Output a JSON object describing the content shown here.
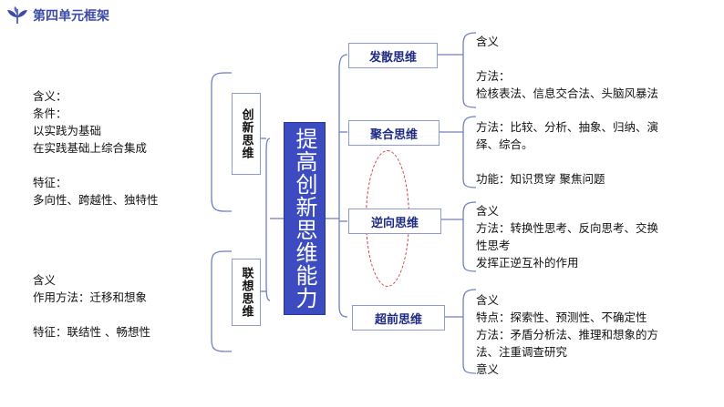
{
  "header": {
    "title": "第四单元框架",
    "icon": "leaf-icon",
    "icon_color": "#3d4ba8"
  },
  "center": {
    "label": "提高创新思维能力",
    "color": "#3c4cc0"
  },
  "left": {
    "innovative": {
      "label": "创新思维",
      "details": "含义：\n条件：\n以实践为基础\n在实践基础上综合集成\n\n特征：\n多向性、跨越性、独特性"
    },
    "associative": {
      "label": "联想思维",
      "details": "含义\n作用方法：迁移和想象\n\n特征：联结性 、畅想性"
    }
  },
  "right": {
    "divergent": {
      "label": "发散思维",
      "details": " 含义\n\n方法：\n检核表法、信息交合法、头脑风暴法"
    },
    "convergent": {
      "label": "聚合思维",
      "details": "方法：比较、分析、抽象、归纳、演\n绎、综合。\n\n功能：知识贯穿  聚焦问题"
    },
    "reverse": {
      "label": "逆向思维",
      "details": "含义\n方法：转换性思考、反向思考、交换\n性思考\n发挥正逆互补的作用"
    },
    "advanced": {
      "label": "超前思维",
      "details": "含义\n特点：探索性、预测性、不确定性\n方法：矛盾分析法、推理和想象的方\n法、注重调查研究\n意义"
    }
  },
  "highlight_color": "#d2323a"
}
